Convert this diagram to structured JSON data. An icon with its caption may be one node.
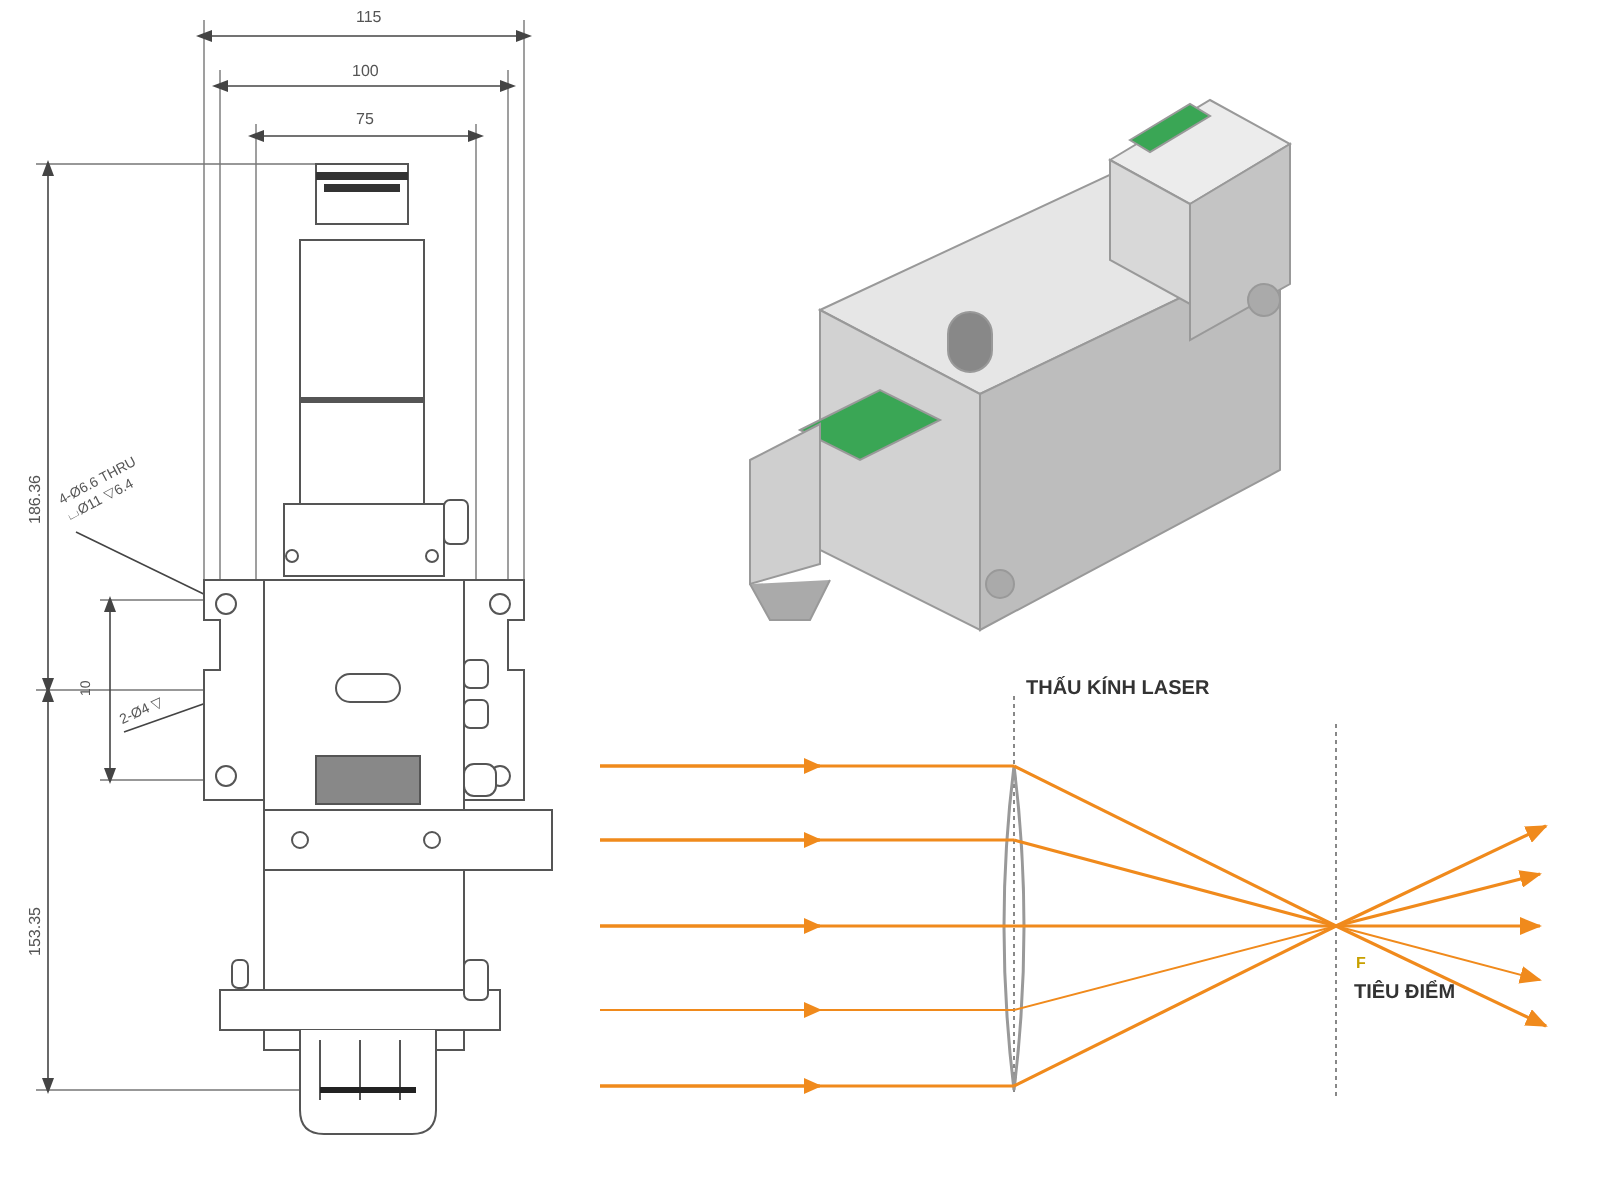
{
  "diagram": {
    "nodes": [
      {
        "text": [
          "4-Ø6.6 THRU",
          "⌴Ø11 ▽6.4"
        ]
      },
      {
        "text": [
          "2-Ø4 ▽"
        ]
      }
    ],
    "edges": [
      {
        "from": 0,
        "to": null,
        "arrow": "none"
      },
      {
        "from": 1,
        "to": null,
        "arrow": "none"
      }
    ],
    "labels": [
      "115",
      "100",
      "75",
      "186.36",
      "10",
      "153.35",
      "THẤU KÍNH LASER",
      "F",
      "TIÊU ĐIỂM"
    ]
  }
}
